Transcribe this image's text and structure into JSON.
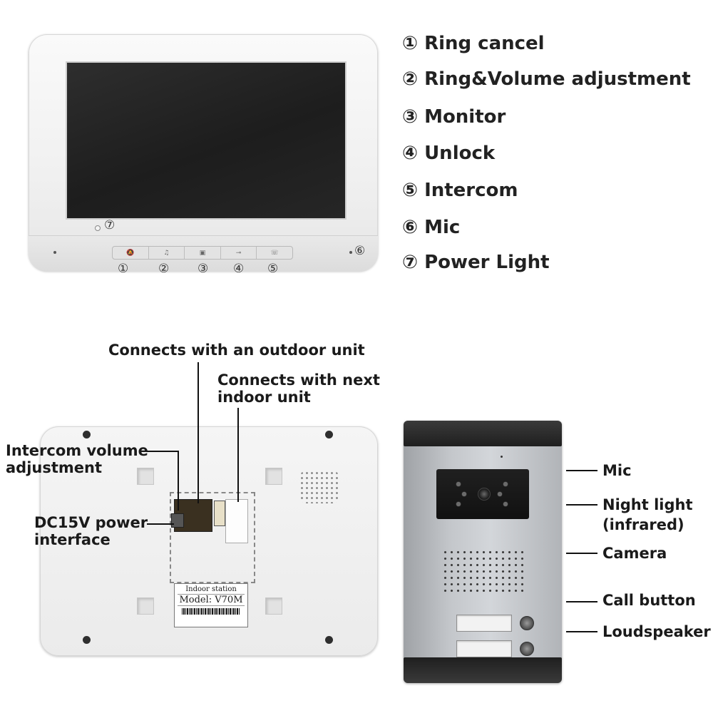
{
  "front_panel": {
    "key_icons": [
      "🔕",
      "♫",
      "▣",
      "⊸",
      "☏"
    ],
    "numbers": [
      "①",
      "②",
      "③",
      "④",
      "⑤"
    ],
    "mic_number": "⑥",
    "power_light_number": "⑦"
  },
  "legend": [
    "① Ring cancel",
    "② Ring&Volume adjustment",
    "③ Monitor",
    "④ Unlock",
    "⑤ Intercom",
    "⑥ Mic",
    "⑦ Power Light"
  ],
  "back_panel": {
    "callouts": {
      "outdoor": "Connects with an outdoor unit",
      "next_indoor_line1": "Connects with next",
      "next_indoor_line2": "indoor unit",
      "volume_line1": "Intercom volume",
      "volume_line2": "adjustment",
      "power_line1": "DC15V power",
      "power_line2": "interface"
    },
    "label": {
      "title": "Indoor station",
      "model": "Model: V70M"
    }
  },
  "door_unit": {
    "callouts": [
      "Mic",
      "Night light",
      "(infrared)",
      "Camera",
      "Call button",
      "Loudspeaker"
    ]
  }
}
